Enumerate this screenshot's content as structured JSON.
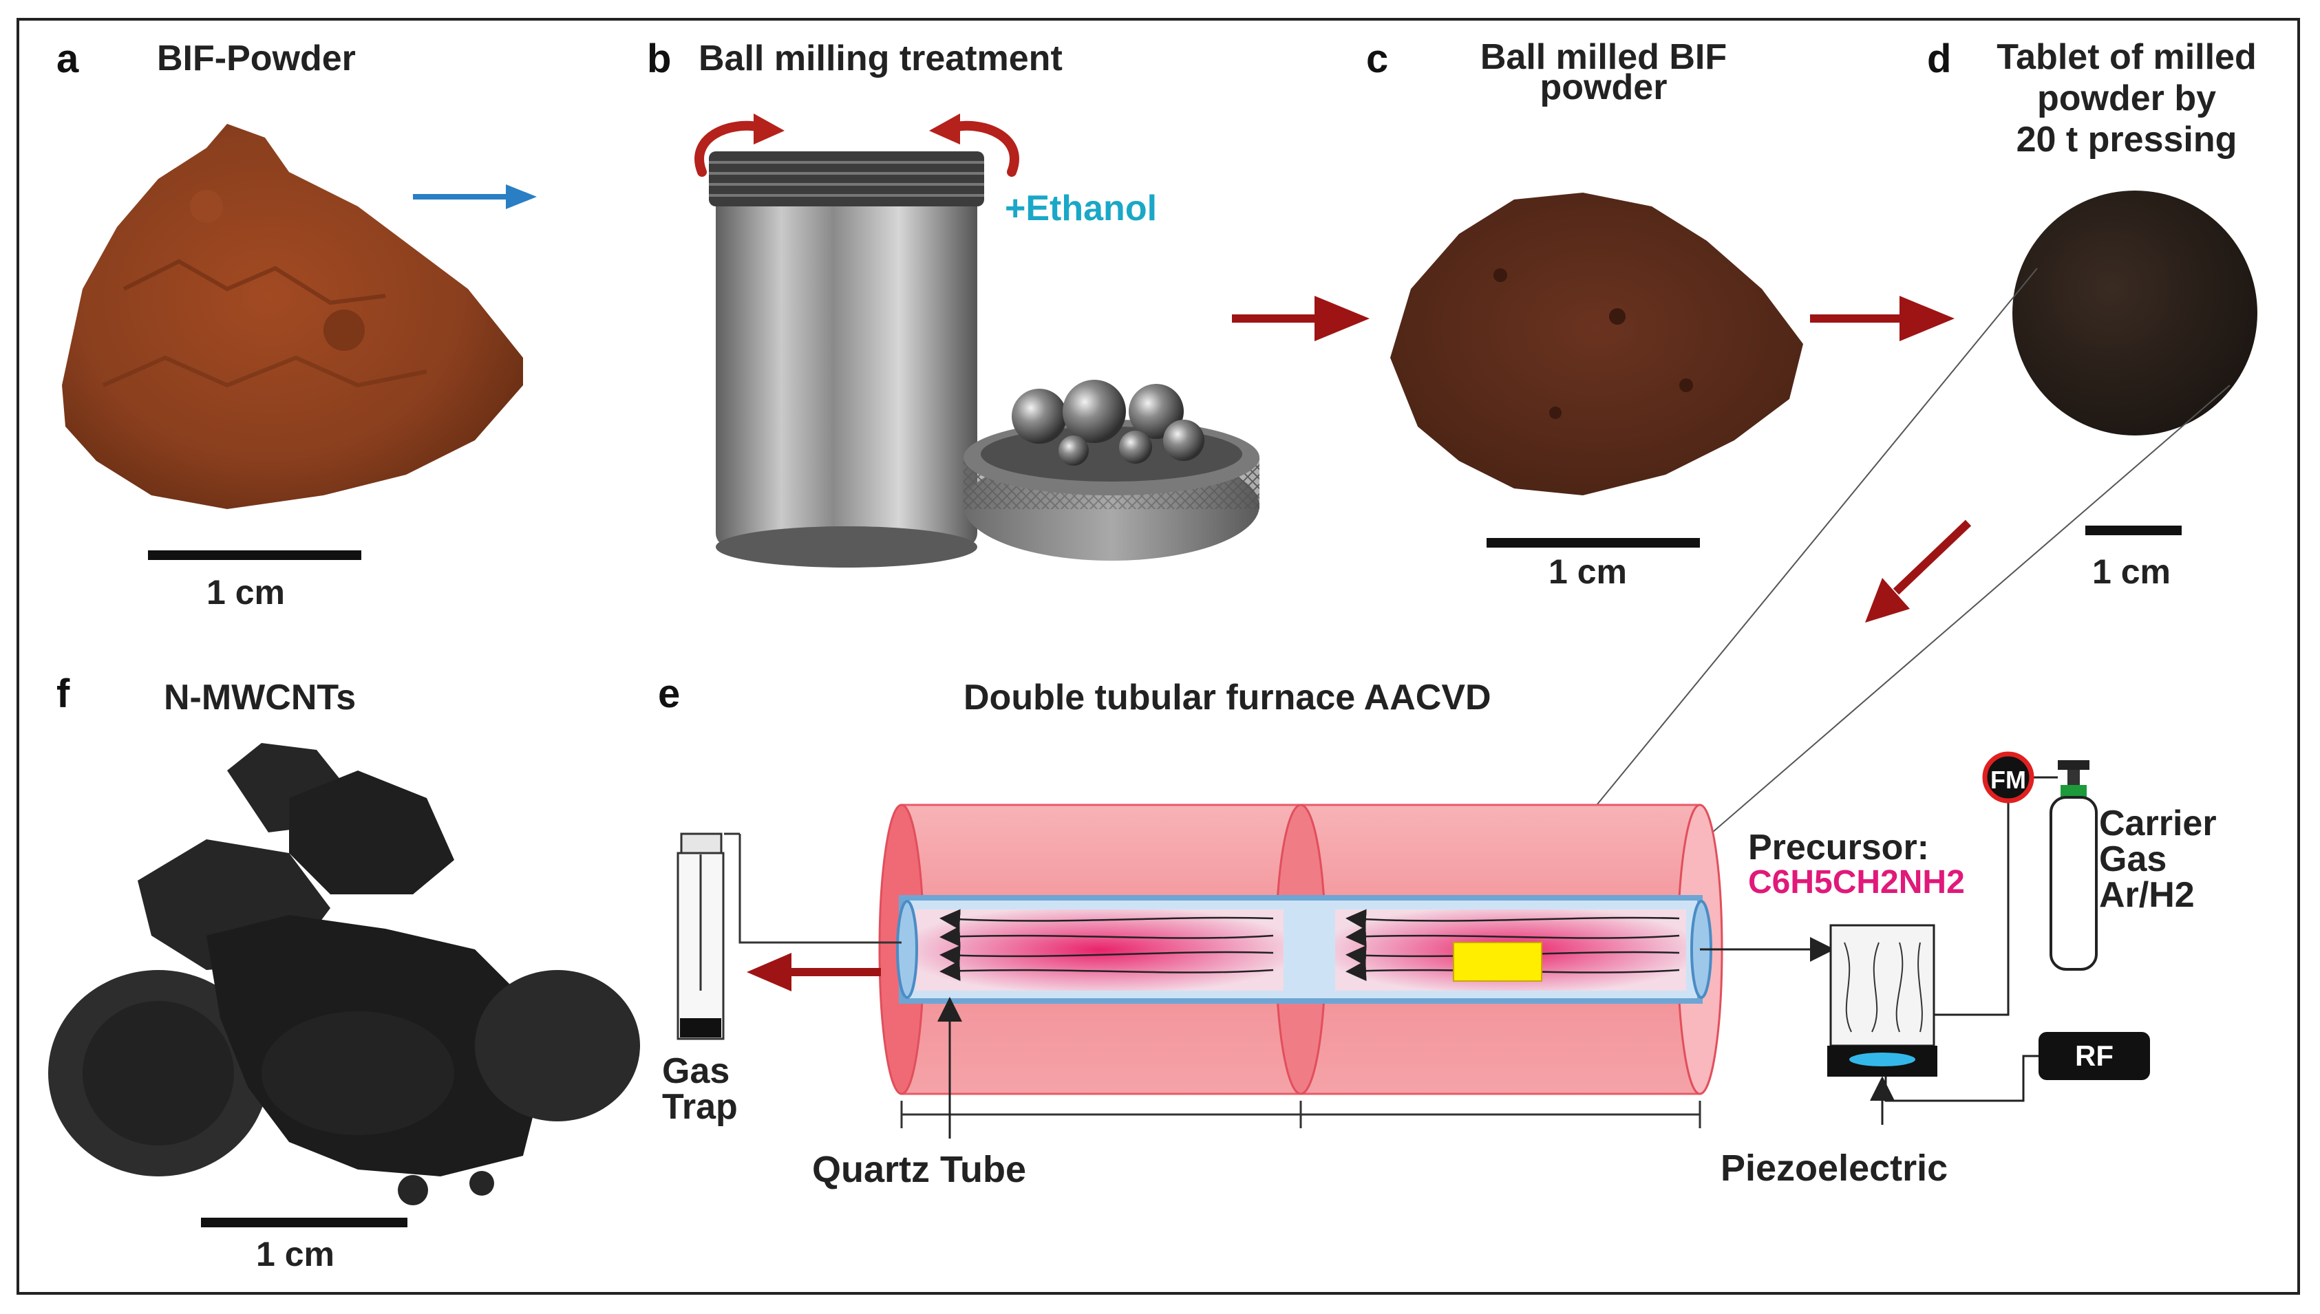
{
  "panels": {
    "a": {
      "letter": "a",
      "title": "BIF-Powder",
      "scale": "1 cm"
    },
    "b": {
      "letter": "b",
      "title": "Ball milling treatment",
      "additive": "+Ethanol"
    },
    "c": {
      "letter": "c",
      "title_line1": "Ball milled BIF",
      "title_line2": "powder",
      "scale": "1 cm"
    },
    "d": {
      "letter": "d",
      "title_line1": "Tablet of milled",
      "title_line2": "powder by",
      "title_line3": "20 t pressing",
      "scale": "1 cm"
    },
    "e": {
      "letter": "e",
      "title": "Double tubular furnace AACVD"
    },
    "f": {
      "letter": "f",
      "title": "N-MWCNTs",
      "scale": "1 cm"
    }
  },
  "furnace": {
    "gas_trap_line1": "Gas",
    "gas_trap_line2": "Trap",
    "quartz_tube": "Quartz Tube",
    "precursor_label": "Precursor:",
    "precursor_formula": "C6H5CH2NH2",
    "piezoelectric": "Piezoelectric",
    "flowmeter": "FM",
    "rf": "RF",
    "carrier_line1": "Carrier",
    "carrier_line2": "Gas",
    "carrier_line3": "Ar/H2"
  },
  "colors": {
    "bif_powder": "#8a3f1e",
    "milled_powder": "#5a2a18",
    "tablet": "#2a201a",
    "cnt": "#222222",
    "arrow_red": "#9e1414",
    "arrow_blue": "#2a7fc4",
    "ethanol": "#1aa7c8",
    "furnace": "#f6a3a8",
    "precursor": "#e0197a",
    "sample": "#ffee00"
  }
}
